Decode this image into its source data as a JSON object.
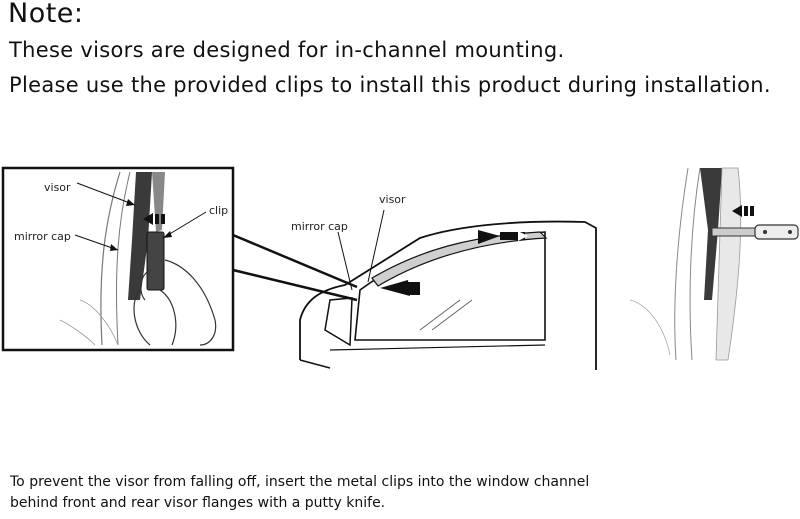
{
  "note": {
    "title": "Note:",
    "line1": "These visors are designed for in-channel mounting.",
    "line2": "Please use the provided clips to install this product during installation."
  },
  "inset": {
    "label_visor": "visor",
    "label_mirror_cap": "mirror cap",
    "label_clip": "clip"
  },
  "truck": {
    "label_visor": "visor",
    "label_mirror_cap": "mirror cap"
  },
  "instructions": {
    "line1": "To prevent the visor from falling off, insert the metal clips into the window channel",
    "line2": "behind front and rear visor flanges with a putty knife."
  },
  "colors": {
    "ink": "#111111",
    "shade": "#555555",
    "visor_dark": "#333333"
  }
}
